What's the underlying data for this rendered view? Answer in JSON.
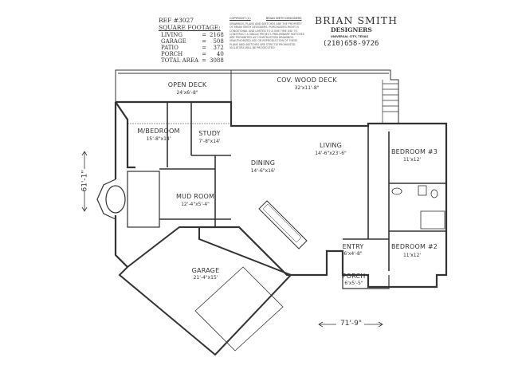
{
  "title_block": {
    "ref": "REF #3027",
    "square_footage_heading": "SQUARE FOOTAGE:",
    "areas": [
      {
        "label": "LIVING",
        "value": "2168"
      },
      {
        "label": "GARAGE",
        "value": "508"
      },
      {
        "label": "PATIO",
        "value": "372"
      },
      {
        "label": "PORCH",
        "value": "40"
      },
      {
        "label": "TOTAL AREA",
        "value": "3088"
      }
    ],
    "copyright": "COPYRIGHT (C)",
    "copyright_owner": "BRIAN SMITH DESIGNERS",
    "legal_text": "DRAWINGS, PLANS AND SKETCHES ARE THE PROPERTY OF BRIAN SMITH DESIGNERS. PURCHASERS RIGHT IS CONDITIONAL AND LIMITED TO A ONE TIME USE TO CONSTRUCT A SINGLE PROJECT. PRELIMINARY SKETCHES ARE PROHIBITED AS CONSTRUCTION DRAWINGS. UNAUTHORIZED USE OR REPRODUCTION OF THESE PLANS AND SKETCHES ARE STRICTLY PROHIBITED. VIOLATORS WILL BE PROSECUTED.",
    "company_name": "BRIAN SMITH",
    "company_sub": "DESIGNERS",
    "city": "UNIVERSAL CITY, TEXAS",
    "phone": "(210)658-9726"
  },
  "rooms": [
    {
      "name": "OPEN DECK",
      "size": "24'x6'-8\""
    },
    {
      "name": "COV. WOOD DECK",
      "size": "32'x11'-8\""
    },
    {
      "name": "M/BEDROOM",
      "size": "15'-8\"x14'"
    },
    {
      "name": "STUDY",
      "size": "7'-8\"x14'"
    },
    {
      "name": "DINING",
      "size": "14'-6\"x16'"
    },
    {
      "name": "LIVING",
      "size": "14'-6\"x23'-6\""
    },
    {
      "name": "BEDROOM #3",
      "size": "11'x12'"
    },
    {
      "name": "MUD ROOM",
      "size": "12'-4\"x5'-4\""
    },
    {
      "name": "ENTRY",
      "size": "6'x4'-8\""
    },
    {
      "name": "BEDROOM #2",
      "size": "11'x12'"
    },
    {
      "name": "PORCH",
      "size": "6'x5'-5\""
    },
    {
      "name": "GARAGE",
      "size": "21'-4\"x15'"
    }
  ],
  "dimensions": {
    "depth": "61'-1\"",
    "width": "71'-9\""
  }
}
